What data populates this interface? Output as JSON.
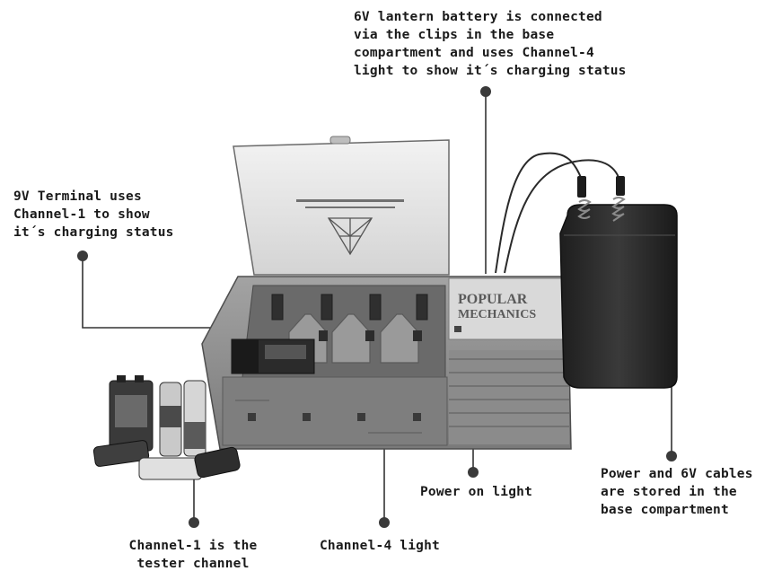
{
  "callouts": {
    "lantern": {
      "lines": [
        "6V lantern battery is connected",
        "via the clips in the base",
        "compartment and uses Channel-4",
        "light to show it´s charging status"
      ]
    },
    "nine_volt": {
      "lines": [
        "9V Terminal uses",
        "Channel-1 to show",
        "it´s charging status"
      ]
    },
    "power_light": {
      "lines": [
        "Power on light"
      ]
    },
    "cables": {
      "lines": [
        "Power and 6V cables",
        "are stored in the",
        "base compartment"
      ]
    },
    "channel1": {
      "lines": [
        "Channel-1 is the",
        "tester channel"
      ]
    },
    "channel4": {
      "lines": [
        "Channel-4 light"
      ]
    }
  },
  "device": {
    "brand_line1": "POPULAR",
    "brand_line2": "MECHANICS"
  },
  "colors": {
    "charger_body": "#8e8e8e",
    "charger_dark": "#5d5d5d",
    "lid": "#e6e6e6",
    "lantern_battery": "#2b2b2b",
    "callout_text": "#1a1a1a",
    "leader_line": "#333333"
  }
}
